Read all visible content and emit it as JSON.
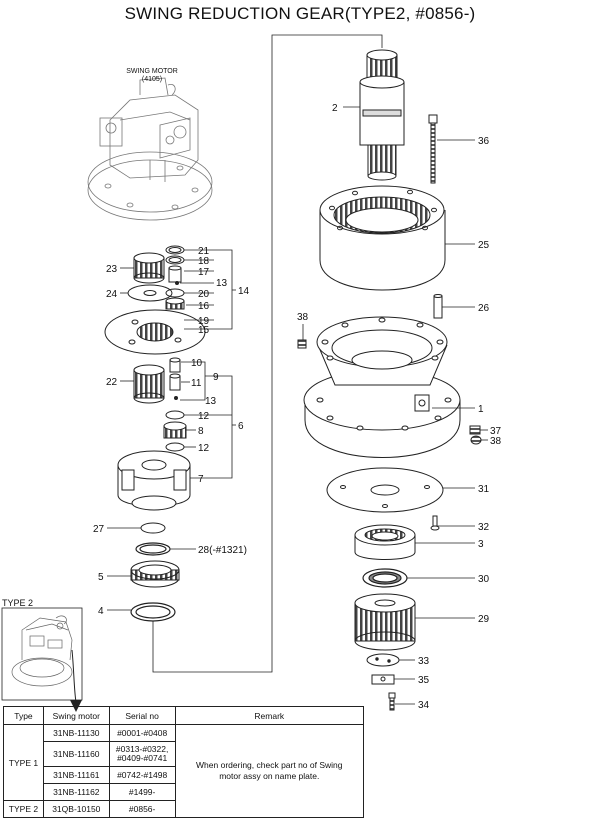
{
  "title": "SWING REDUCTION GEAR(TYPE2, #0856-)",
  "swing_motor_label": [
    "SWING MOTOR",
    "(4105)"
  ],
  "type2_label": "TYPE 2",
  "callouts": {
    "c1": "1",
    "c2": "2",
    "c3": "3",
    "c4": "4",
    "c5": "5",
    "c6": "6",
    "c7": "7",
    "c8": "8",
    "c9": "9",
    "c10": "10",
    "c11": "11",
    "c12a": "12",
    "c12b": "12",
    "c13a": "13",
    "c13b": "13",
    "c14": "14",
    "c15": "15",
    "c16": "16",
    "c17": "17",
    "c18": "18",
    "c19": "19",
    "c20": "20",
    "c21": "21",
    "c22": "22",
    "c23": "23",
    "c24": "24",
    "c25": "25",
    "c26": "26",
    "c27": "27",
    "c28": "28(-#1321)",
    "c29": "29",
    "c30": "30",
    "c31": "31",
    "c32": "32",
    "c33": "33",
    "c34": "34",
    "c35": "35",
    "c36": "36",
    "c37": "37",
    "c38a": "38",
    "c38b": "38"
  },
  "table": {
    "headers": [
      "Type",
      "Swing motor",
      "Serial no",
      "Remark"
    ],
    "type1_label": "TYPE 1",
    "type2_label": "TYPE 2",
    "rows": [
      {
        "motor": "31NB-11130",
        "serial": "#0001-#0408"
      },
      {
        "motor": "31NB-11160",
        "serial": "#0313-#0322, #0409-#0741"
      },
      {
        "motor": "31NB-11161",
        "serial": "#0742-#1498"
      },
      {
        "motor": "31NB-11162",
        "serial": "#1499-"
      },
      {
        "motor": "31QB-10150",
        "serial": "#0856-"
      }
    ],
    "remark": "When ordering, check part no of Swing motor assy on name plate."
  }
}
